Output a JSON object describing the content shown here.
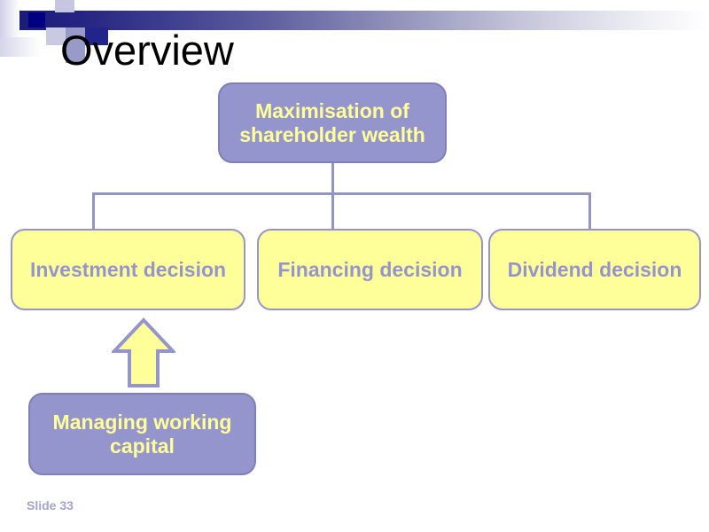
{
  "slide": {
    "title": "Overview",
    "footer_label": "Slide  33",
    "theme": {
      "purple_fill": "#9595cd",
      "purple_border": "#7f7fb8",
      "purple_shadow": "#7a7ab0",
      "yellow_fill": "#ffff99",
      "connector": "#9393c4",
      "title_color": "#000000",
      "banner_dark": "#1b1b7a",
      "footer_color": "#a3a3d0"
    }
  },
  "diagram": {
    "type": "org-chart",
    "root": {
      "id": "node-top",
      "label": "Maximisation of shareholder wealth",
      "line1": "Maximisation of",
      "line2": "shareholder wealth",
      "style": "purple"
    },
    "children": [
      {
        "id": "node-investment",
        "label": "Investment decision",
        "style": "yellow"
      },
      {
        "id": "node-financing",
        "label": "Financing decision",
        "style": "yellow"
      },
      {
        "id": "node-dividend",
        "label": "Dividend decision",
        "style": "yellow"
      }
    ],
    "support": {
      "id": "node-working",
      "label": "Managing working capital",
      "line1": "Managing working",
      "line2": "capital",
      "style": "purple",
      "arrow": {
        "direction": "up",
        "target": "node-investment"
      }
    }
  }
}
